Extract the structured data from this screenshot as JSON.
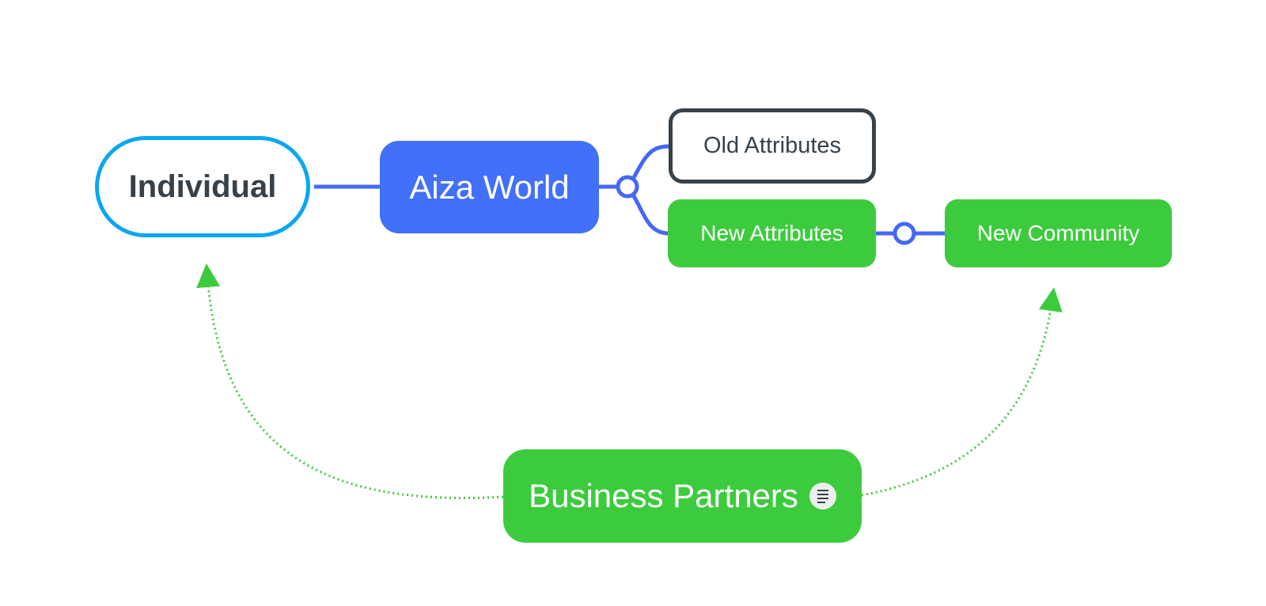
{
  "nodes": {
    "individual": "Individual",
    "aiza_world": "Aiza World",
    "old_attributes": "Old Attributes",
    "new_attributes": "New Attributes",
    "new_community": "New Community",
    "business_partners": "Business Partners"
  },
  "icons": {
    "business_partners_note": "note-icon"
  },
  "colors": {
    "blue_topic": "#4270F8",
    "green_topic": "#3DCB3E",
    "individual_border": "#0AA6F2",
    "old_border": "#37424A",
    "connector": "#4468F5",
    "relationship": "#3DCB3E"
  }
}
